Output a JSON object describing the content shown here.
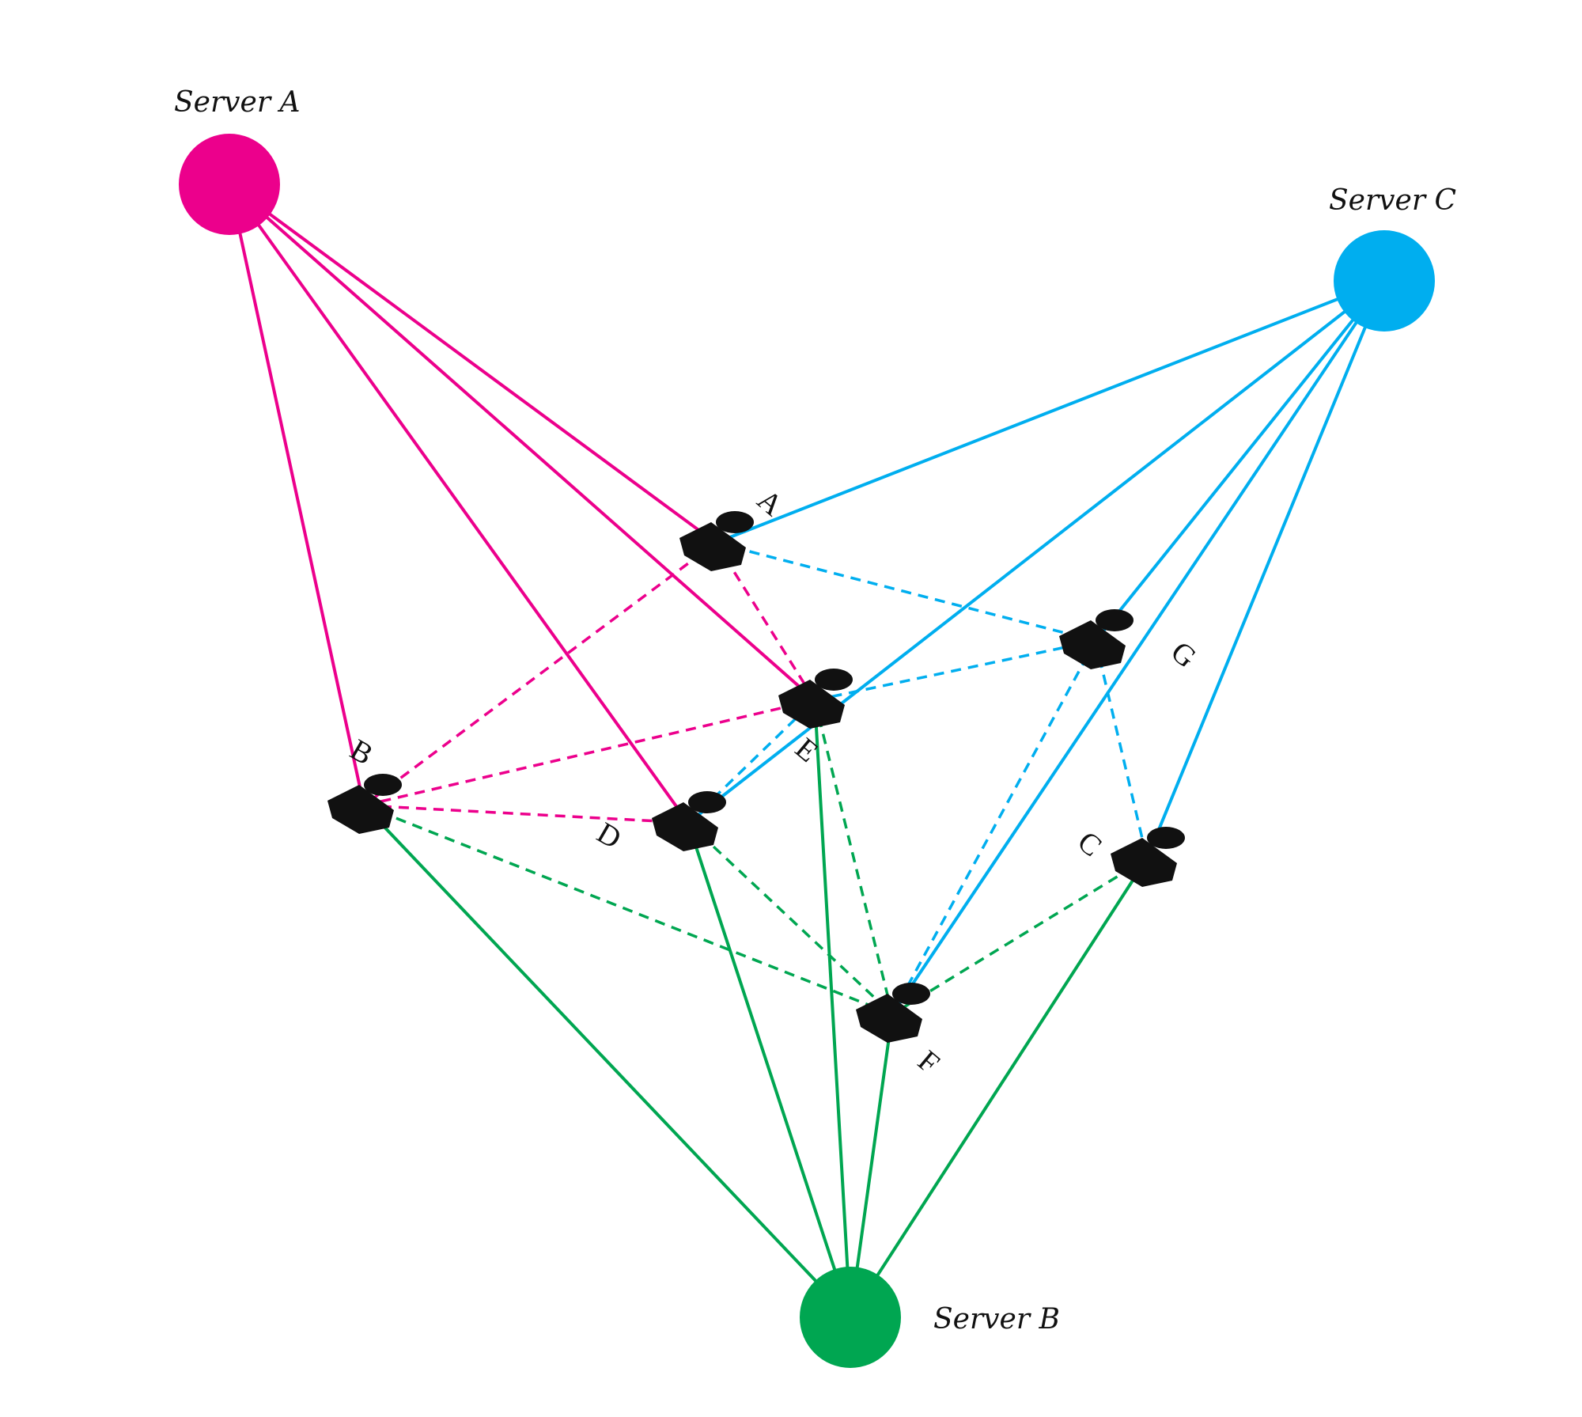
{
  "colors": {
    "server_a": "#ec008c",
    "server_b": "#00a651",
    "server_c": "#00aeef",
    "client": "#111111"
  },
  "servers": {
    "server_a": {
      "label": "Server A"
    },
    "server_b": {
      "label": "Server B"
    },
    "server_c": {
      "label": "Server C"
    }
  },
  "clients": {
    "a": {
      "label": "A"
    },
    "b": {
      "label": "B"
    },
    "c": {
      "label": "C"
    },
    "d": {
      "label": "D"
    },
    "e": {
      "label": "E"
    },
    "f": {
      "label": "F"
    },
    "g": {
      "label": "G"
    }
  },
  "server_links": [
    {
      "server": "server_a",
      "clients": [
        "a",
        "e",
        "d",
        "b"
      ]
    },
    {
      "server": "server_c",
      "clients": [
        "a",
        "d",
        "g",
        "f",
        "c"
      ]
    },
    {
      "server": "server_b",
      "clients": [
        "b",
        "d",
        "e",
        "f",
        "c"
      ]
    }
  ],
  "peer_links": [
    {
      "color": "server_a",
      "from": "a",
      "to": "b"
    },
    {
      "color": "server_a",
      "from": "a",
      "to": "e"
    },
    {
      "color": "server_a",
      "from": "b",
      "to": "e"
    },
    {
      "color": "server_a",
      "from": "b",
      "to": "d"
    },
    {
      "color": "server_c",
      "from": "a",
      "to": "g"
    },
    {
      "color": "server_c",
      "from": "e",
      "to": "g"
    },
    {
      "color": "server_c",
      "from": "d",
      "to": "e"
    },
    {
      "color": "server_c",
      "from": "g",
      "to": "c"
    },
    {
      "color": "server_c",
      "from": "g",
      "to": "f"
    },
    {
      "color": "server_b",
      "from": "b",
      "to": "f"
    },
    {
      "color": "server_b",
      "from": "d",
      "to": "f"
    },
    {
      "color": "server_b",
      "from": "e",
      "to": "f"
    },
    {
      "color": "server_b",
      "from": "c",
      "to": "f"
    }
  ]
}
